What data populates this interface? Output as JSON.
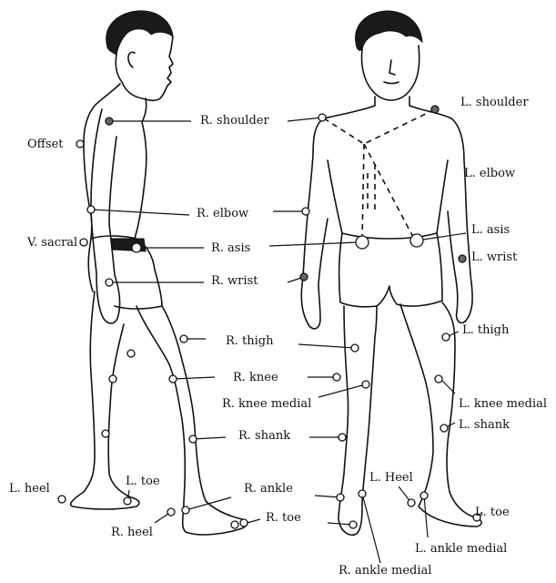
{
  "colors": {
    "ink": "#111111",
    "marker_fill": "#ffffff",
    "dark_marker_fill": "#666666"
  },
  "side_view": {
    "labels": {
      "offset": "Offset",
      "v_sacral": "V. sacral",
      "r_shoulder": "R. shoulder",
      "r_elbow": "R. elbow",
      "r_asis": "R. asis",
      "r_wrist": "R. wrist",
      "r_thigh": "R. thigh",
      "r_knee": "R. knee",
      "r_knee_medial": "R. knee medial",
      "r_shank": "R. shank",
      "r_ankle": "R. ankle",
      "r_toe": "R. toe",
      "r_heel": "R. heel",
      "l_heel": "L. heel",
      "l_toe": "L. toe"
    }
  },
  "front_view": {
    "labels": {
      "l_shoulder": "L. shoulder",
      "l_elbow": "L. elbow",
      "l_asis": "L. asis",
      "l_wrist": "L. wrist",
      "l_thigh": "L. thigh",
      "l_knee_medial": "L. knee medial",
      "l_shank": "L. shank",
      "l_heel": "L. Heel",
      "l_toe": "L. toe",
      "l_ankle_medial": "L. ankle medial",
      "r_ankle_medial": "R. ankle medial"
    }
  }
}
